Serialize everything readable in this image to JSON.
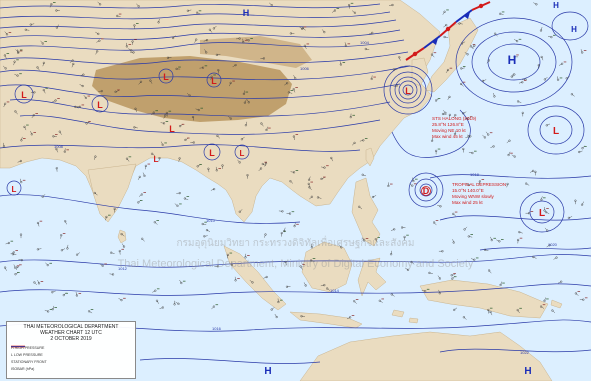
{
  "map": {
    "watermark_thai": "กรมอุตุนิยมวิทยา กระทรวงดิจิทัลเพื่อเศรษฐกิจและสังคม",
    "watermark_en": "Thai Meteorological Department, Ministry of Digital Economy and Society",
    "pressure_centers": [
      {
        "id": "h-north-china",
        "label": "H",
        "kind": "high"
      },
      {
        "id": "h-east-pacific",
        "label": "H",
        "kind": "high"
      },
      {
        "id": "h-japan-east",
        "label": "H",
        "kind": "high"
      },
      {
        "id": "h-far-east",
        "label": "H",
        "kind": "high"
      },
      {
        "id": "h-bottom-center",
        "label": "H",
        "kind": "high"
      },
      {
        "id": "h-bottom-right",
        "label": "H",
        "kind": "high"
      },
      {
        "id": "l-west-tibet",
        "label": "L",
        "kind": "low"
      },
      {
        "id": "l-tibet-1",
        "label": "L",
        "kind": "low"
      },
      {
        "id": "l-tibet-2",
        "label": "L",
        "kind": "low"
      },
      {
        "id": "l-pakistan",
        "label": "L",
        "kind": "low"
      },
      {
        "id": "l-india-north",
        "label": "L",
        "kind": "low"
      },
      {
        "id": "l-china-south-1",
        "label": "L",
        "kind": "low"
      },
      {
        "id": "l-china-south-2",
        "label": "L",
        "kind": "low"
      },
      {
        "id": "l-india-east",
        "label": "L",
        "kind": "low"
      },
      {
        "id": "l-west-edge",
        "label": "L",
        "kind": "low"
      },
      {
        "id": "l-pacific-east",
        "label": "L",
        "kind": "low"
      },
      {
        "id": "l-pacific-se",
        "label": "L",
        "kind": "low"
      },
      {
        "id": "l-taiwan-storm",
        "label": "L",
        "kind": "low"
      },
      {
        "id": "d-philippine-sea",
        "label": "D",
        "kind": "depression"
      }
    ],
    "storm_box_1": [
      "STS HALONG (2019)",
      "25.8°N 126.8°E",
      "Moving NE 10 kt",
      "Max wind 45 kt"
    ],
    "storm_box_2": [
      "TROPICAL DEPRESSION",
      "15.0°N 140.0°E",
      "Moving WNW slowly",
      "Max wind 25 kt"
    ],
    "isobar_labels": [
      "1008",
      "1010",
      "1012",
      "1014",
      "1016",
      "1018",
      "1020",
      "1004",
      "1006",
      "1022"
    ]
  },
  "legend": {
    "line1": "THAI METEOROLOGICAL DEPARTMENT",
    "line2": "WEATHER CHART 12 UTC",
    "line3": "2 OCTOBER 2019",
    "keys": [
      {
        "label": "H  HIGH PRESSURE",
        "color": "#1a2db8"
      },
      {
        "label": "L  LOW PRESSURE",
        "color": "#d21a1a"
      },
      {
        "label": "STATIONARY FRONT",
        "color": "#d21a1a"
      },
      {
        "label": "ISOBAR (hPa)",
        "color": "#2a3aa8"
      }
    ]
  },
  "colors": {
    "ocean": "#dcefff",
    "land": "#eadcc0",
    "plateau": "#b8955e",
    "isobar": "#2a3aa8",
    "high": "#1a2db8",
    "low": "#d21a1a"
  }
}
